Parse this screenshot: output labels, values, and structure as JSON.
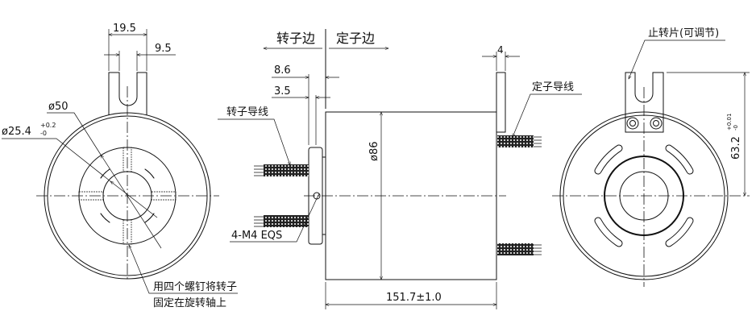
{
  "left_view": {
    "dim_width": "19.5",
    "dim_slot": "9.5",
    "dim_flange": "ø50",
    "dim_bore": "ø25.4",
    "dim_bore_tol_upper": "+0.2",
    "dim_bore_tol_lower": "-0",
    "note_line1": "用四个螺钉将转子",
    "note_line2": "固定在旋转轴上"
  },
  "side_view": {
    "rotor_side": "转子边",
    "stator_side": "定子边",
    "dim_8_6": "8.6",
    "dim_3_5": "3.5",
    "rotor_wire": "转子导线",
    "screws": "4-M4 EQS",
    "dim_diameter": "ø86",
    "dim_length": "151.7±1.0",
    "dim_tab": "4",
    "stator_wire": "定子导线"
  },
  "right_view": {
    "stop_tab": "止转片(可调节)",
    "dim_height": "63.2",
    "dim_height_tol_upper": "+0.01",
    "dim_height_tol_lower": "-0"
  }
}
